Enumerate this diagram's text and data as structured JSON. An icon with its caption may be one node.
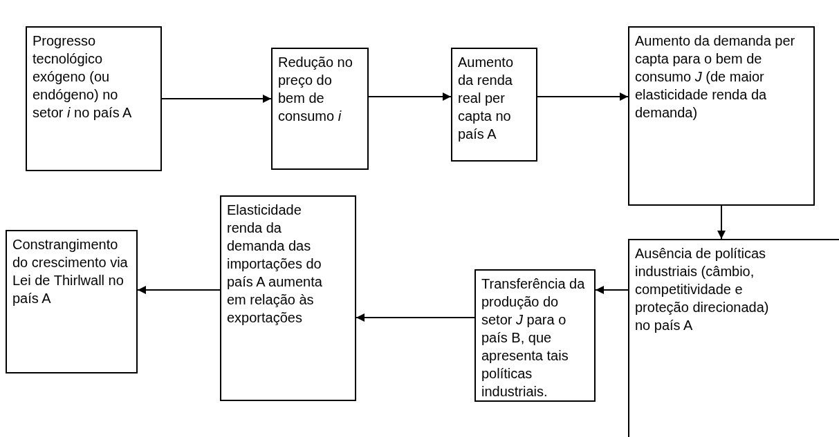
{
  "diagram": {
    "nodes": [
      {
        "text": [
          "Progresso tecnológico exógeno (ou endógeno) no setor *i* no país A"
        ]
      },
      {
        "text": [
          "Redução no preço do bem de consumo *i*"
        ]
      },
      {
        "text": [
          "Aumento da renda real per capta no país A"
        ]
      },
      {
        "text": [
          "Aumento da demanda per capta para o bem de consumo *J* (de maior elasticidade renda da demanda)"
        ]
      },
      {
        "text": [
          "Ausência de políticas industriais (câmbio, competitividade e proteção direcionada) no país A"
        ]
      },
      {
        "text": [
          "Transferência da produção do setor *J* para o país B, que apresenta tais políticas industriais."
        ]
      },
      {
        "text": [
          "Elasticidade renda da demanda das importações do país A aumenta em relação às exportações"
        ]
      },
      {
        "text": [
          "Constrangimento do crescimento via Lei de Thirlwall no país A"
        ]
      }
    ],
    "edges": [
      {
        "from": 0,
        "to": 1,
        "arrow": "to"
      },
      {
        "from": 1,
        "to": 2,
        "arrow": "to"
      },
      {
        "from": 2,
        "to": 3,
        "arrow": "to"
      },
      {
        "from": 3,
        "to": 4,
        "arrow": "to"
      },
      {
        "from": 4,
        "to": 5,
        "arrow": "to"
      },
      {
        "from": 5,
        "to": 6,
        "arrow": "to"
      },
      {
        "from": 6,
        "to": 7,
        "arrow": "to"
      }
    ]
  }
}
